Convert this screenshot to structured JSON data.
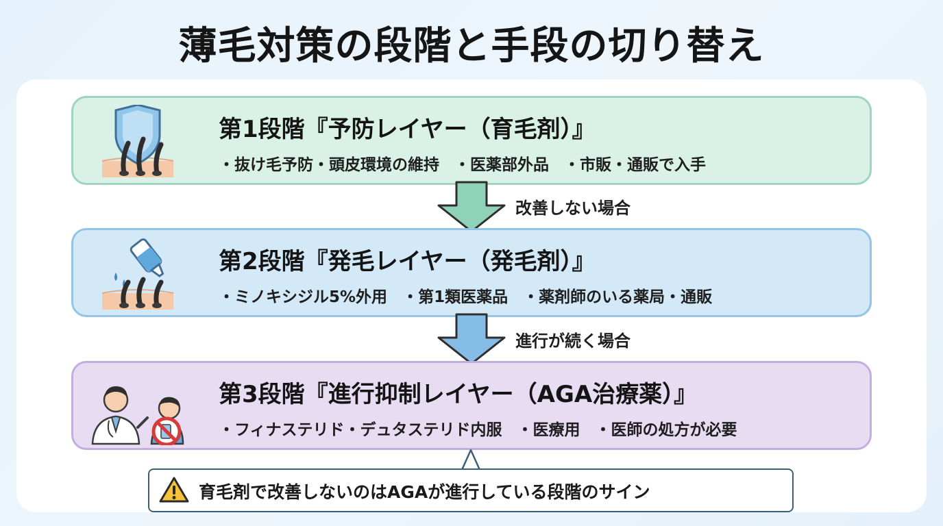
{
  "title": "薄毛対策の段階と手段の切り替え",
  "stages": [
    {
      "title": "第1段階『予防レイヤー（育毛剤）』",
      "bullets": [
        "・抜け毛予防・頭皮環境の維持",
        "・医薬部外品",
        "・市販・通販で入手"
      ],
      "icon": "shield-hair-icon",
      "color": "#d9f1e7"
    },
    {
      "title": "第2段階『発毛レイヤー（発毛剤）』",
      "bullets": [
        "・ミノキシジル5%外用",
        "・第1類医薬品",
        "・薬剤師のいる薬局・通販"
      ],
      "icon": "dropper-hair-icon",
      "color": "#d3e9f8"
    },
    {
      "title": "第3段階『進行抑制レイヤー（AGA治療薬）』",
      "bullets": [
        "・フィナステリド・デュタステリド内服",
        "・医療用",
        "・医師の処方が必要"
      ],
      "icon": "doctor-consultation-icon",
      "color": "#e7dcf2"
    }
  ],
  "transitions": [
    {
      "label": "改善しない場合",
      "color": "#8fd2b8"
    },
    {
      "label": "進行が続く場合",
      "color": "#86bde6"
    }
  ],
  "callout": {
    "text": "育毛剤で改善しないのはAGAが進行している段階のサイン",
    "icon": "warning-icon"
  }
}
